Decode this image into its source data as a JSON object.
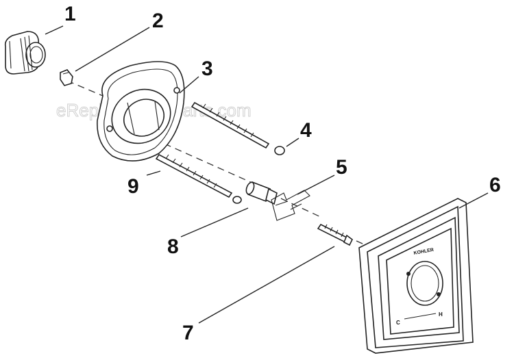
{
  "watermark": "eReplacementParts.com",
  "brand_label": "KOHLER",
  "dial_labels": {
    "left": "C",
    "right": "H"
  },
  "callouts": [
    {
      "id": "1",
      "label": "1"
    },
    {
      "id": "2",
      "label": "2"
    },
    {
      "id": "3",
      "label": "3"
    },
    {
      "id": "4",
      "label": "4"
    },
    {
      "id": "5",
      "label": "5"
    },
    {
      "id": "6",
      "label": "6"
    },
    {
      "id": "7",
      "label": "7"
    },
    {
      "id": "8",
      "label": "8"
    },
    {
      "id": "9",
      "label": "9"
    }
  ]
}
